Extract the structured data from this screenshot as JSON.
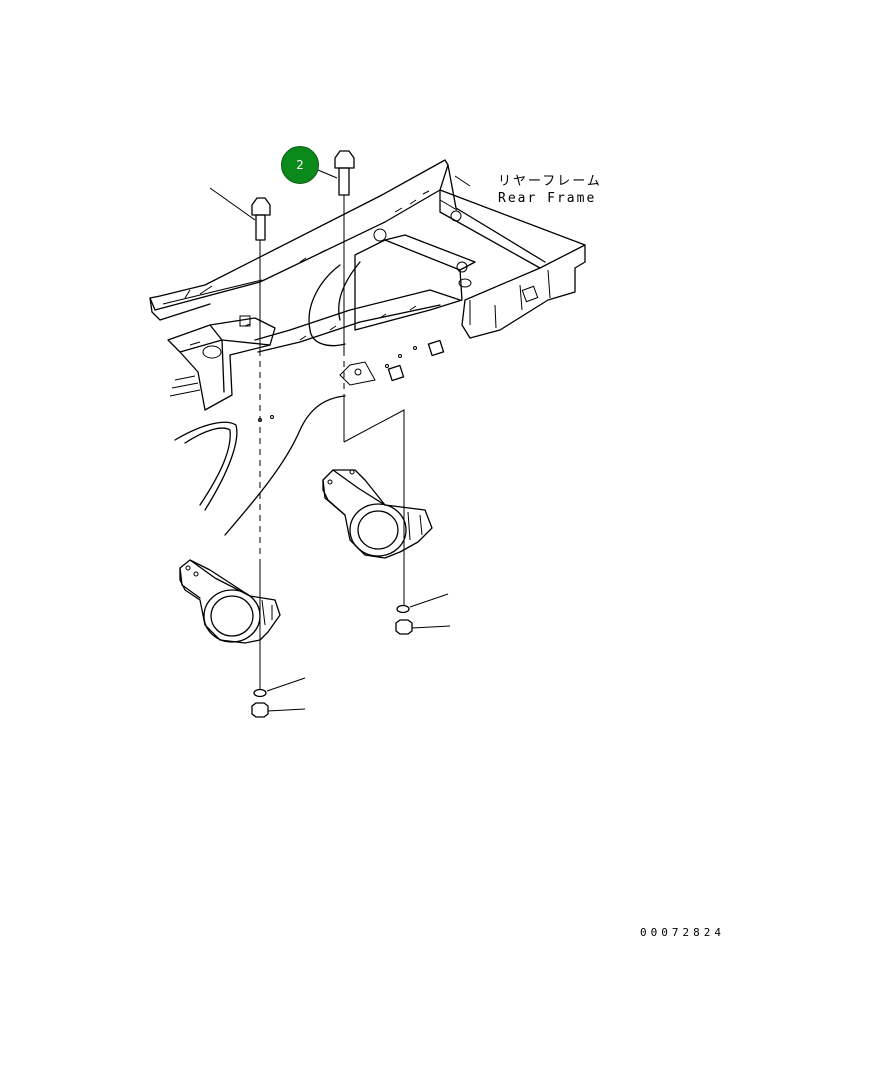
{
  "labels": {
    "rear_frame_jp": "リヤーフレーム",
    "rear_frame_en": "Rear Frame"
  },
  "callouts": [
    {
      "number": "2"
    }
  ],
  "drawing_number": "00072824",
  "colors": {
    "callout_fill": "#0a8a1a",
    "line": "#000000",
    "background": "#ffffff"
  }
}
